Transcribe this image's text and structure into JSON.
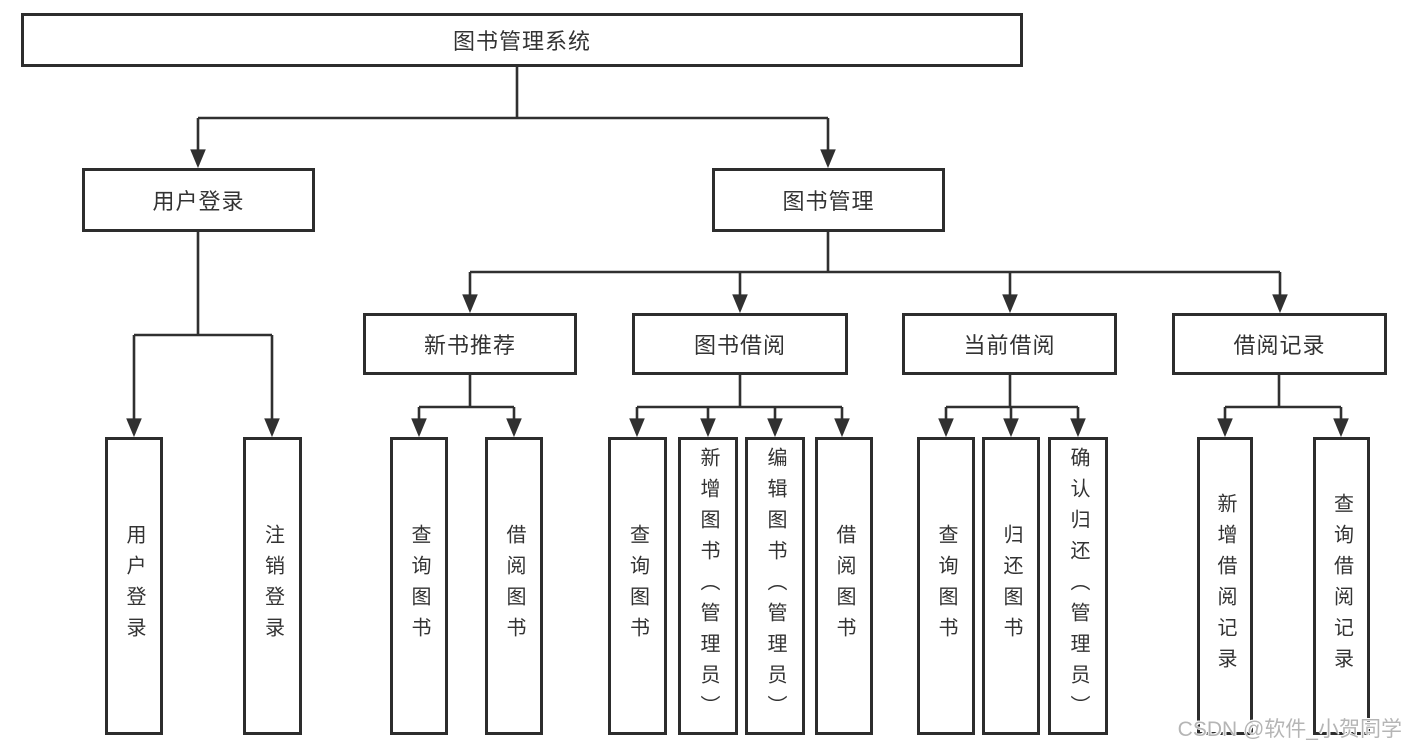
{
  "colors": {
    "line": "#303030",
    "box_border": "#2d2d2d",
    "text": "#333333",
    "watermark": "#b5b5b5"
  },
  "watermark": {
    "text": "CSDN @软件_小贺同学"
  },
  "diagram": {
    "root": "图书管理系统",
    "branches": [
      {
        "label": "用户登录",
        "leaves": [
          "用户登录",
          "注销登录"
        ]
      },
      {
        "label": "图书管理",
        "children": [
          {
            "label": "新书推荐",
            "leaves": [
              "查询图书",
              "借阅图书"
            ]
          },
          {
            "label": "图书借阅",
            "leaves": [
              "查询图书",
              "新增图书（管理员）",
              "编辑图书（管理员）",
              "借阅图书"
            ]
          },
          {
            "label": "当前借阅",
            "leaves": [
              "查询图书",
              "归还图书",
              "确认归还（管理员）"
            ]
          },
          {
            "label": "借阅记录",
            "leaves": [
              "新增借阅记录",
              "查询借阅记录"
            ]
          }
        ]
      }
    ]
  }
}
